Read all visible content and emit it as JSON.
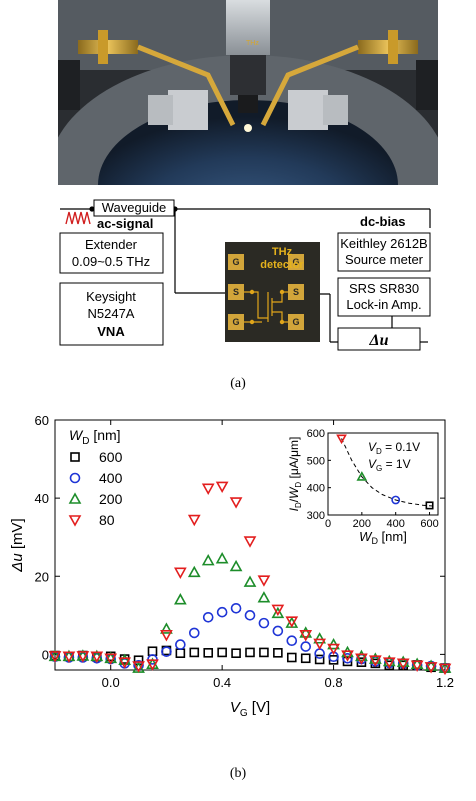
{
  "figure_a": {
    "caption": "(a)",
    "waveguide_label": "Waveguide",
    "ac_signal_label": "ac-signal",
    "extender_line1": "Extender",
    "extender_line2": "0.09~0.5 THz",
    "vna_line1": "Keysight",
    "vna_line2": "N5247A",
    "vna_line3": "VNA",
    "detector_line1": "THz",
    "detector_line2": "detector",
    "pad_labels": [
      "G",
      "S",
      "G",
      "G",
      "S",
      "G"
    ],
    "dc_bias_label": "dc-bias",
    "keithley_line1": "Keithley 2612B",
    "keithley_line2": "Source meter",
    "lockin_line1": "SRS SR830",
    "lockin_line2": "Lock-in Amp.",
    "delta_u_label": "Δu",
    "colors": {
      "ac_wave": "#d11f1f",
      "detector_bg": "#2b2a24",
      "detector_text": "#e5b21c",
      "gold": "#e0a51a"
    }
  },
  "figure_b": {
    "caption": "(b)"
  },
  "chart_data": {
    "type": "scatter",
    "xlabel_main": "V",
    "xlabel_sub": "G",
    "xlabel_unit": "[V]",
    "ylabel_main": "Δu",
    "ylabel_unit": "[mV]",
    "xlim": [
      -0.2,
      1.2
    ],
    "ylim": [
      -4,
      60
    ],
    "xticks": [
      "0.0",
      "0.4",
      "0.8",
      "1.2"
    ],
    "xtick_values": [
      0.0,
      0.4,
      0.8,
      1.2
    ],
    "yticks": [
      "0",
      "20",
      "40",
      "60"
    ],
    "ytick_values": [
      0,
      20,
      40,
      60
    ],
    "legend_title_main": "W",
    "legend_title_sub": "D",
    "legend_title_unit": "[nm]",
    "legend_placement": "top-left",
    "series": [
      {
        "name": "600",
        "marker": "square",
        "color": "#000000",
        "x": [
          -0.2,
          -0.15,
          -0.1,
          -0.05,
          0.0,
          0.05,
          0.1,
          0.15,
          0.2,
          0.25,
          0.3,
          0.35,
          0.4,
          0.45,
          0.5,
          0.55,
          0.6,
          0.65,
          0.7,
          0.75,
          0.8,
          0.85,
          0.9,
          0.95,
          1.0,
          1.05,
          1.1,
          1.15,
          1.2
        ],
        "y": [
          -0.3,
          -0.5,
          -0.3,
          -0.6,
          -0.5,
          -1.2,
          -1.5,
          0.8,
          1.0,
          0.3,
          0.5,
          0.4,
          0.5,
          0.3,
          0.5,
          0.5,
          0.4,
          -0.8,
          -1.0,
          -1.3,
          -1.4,
          -1.8,
          -2.0,
          -2.3,
          -2.8,
          -2.8,
          -2.7,
          -3.3,
          -3.5
        ]
      },
      {
        "name": "400",
        "marker": "circle",
        "color": "#1f35d6",
        "x": [
          -0.2,
          -0.15,
          -0.1,
          -0.05,
          0.0,
          0.05,
          0.1,
          0.15,
          0.2,
          0.25,
          0.3,
          0.35,
          0.4,
          0.45,
          0.5,
          0.55,
          0.6,
          0.65,
          0.7,
          0.75,
          0.8,
          0.85,
          0.9,
          0.95,
          1.0,
          1.05,
          1.1,
          1.15,
          1.2
        ],
        "y": [
          -0.6,
          -0.8,
          -0.8,
          -1.0,
          -1.2,
          -2.3,
          -2.8,
          -1.3,
          0.7,
          2.5,
          5.5,
          9.5,
          10.8,
          11.8,
          10.0,
          8.0,
          6.0,
          3.5,
          2.0,
          0.2,
          -0.6,
          -1.0,
          -1.2,
          -1.8,
          -2.2,
          -2.3,
          -2.8,
          -3.0,
          -3.5
        ]
      },
      {
        "name": "200",
        "marker": "triangle-up",
        "color": "#1d8d2a",
        "x": [
          -0.2,
          -0.15,
          -0.1,
          -0.05,
          0.0,
          0.05,
          0.1,
          0.15,
          0.2,
          0.25,
          0.3,
          0.35,
          0.4,
          0.45,
          0.5,
          0.55,
          0.6,
          0.65,
          0.7,
          0.75,
          0.8,
          0.85,
          0.9,
          0.95,
          1.0,
          1.05,
          1.1,
          1.15,
          1.2
        ],
        "y": [
          -0.5,
          -0.5,
          -0.4,
          -0.5,
          -1.0,
          -1.5,
          -3.5,
          -2.5,
          6.5,
          14.0,
          21.0,
          24.0,
          24.5,
          22.5,
          18.5,
          14.5,
          10.5,
          8.0,
          5.5,
          4.0,
          2.5,
          0.5,
          -0.5,
          -1.2,
          -1.8,
          -2.0,
          -2.5,
          -3.0,
          -3.5
        ]
      },
      {
        "name": "80",
        "marker": "triangle-down",
        "color": "#e31e1e",
        "x": [
          -0.2,
          -0.15,
          -0.1,
          -0.05,
          0.0,
          0.05,
          0.1,
          0.15,
          0.2,
          0.25,
          0.3,
          0.35,
          0.4,
          0.45,
          0.5,
          0.55,
          0.6,
          0.65,
          0.7,
          0.75,
          0.8,
          0.85,
          0.9,
          0.95,
          1.0,
          1.05,
          1.1,
          1.15,
          1.2
        ],
        "y": [
          -0.4,
          -0.5,
          -0.4,
          -0.5,
          -1.0,
          -2.0,
          -3.0,
          -2.5,
          5.0,
          21.0,
          34.5,
          42.5,
          43.0,
          39.0,
          29.0,
          19.0,
          11.5,
          8.5,
          5.0,
          2.8,
          1.5,
          -0.2,
          -1.0,
          -1.5,
          -2.0,
          -2.3,
          -2.8,
          -3.2,
          -3.6
        ]
      }
    ],
    "inset": {
      "type": "scatter",
      "xlabel_main": "W",
      "xlabel_sub": "D",
      "xlabel_unit": "[nm]",
      "ylabel_text": "I_D/W_D [μA/μm]",
      "ylabel_parts": {
        "i": "I",
        "i_sub": "D",
        "w": "W",
        "w_sub": "D",
        "unit": "[μA/μm]"
      },
      "xlim": [
        0,
        650
      ],
      "ylim": [
        300,
        600
      ],
      "xticks": [
        "0",
        "200",
        "400",
        "600"
      ],
      "xtick_values": [
        0,
        200,
        400,
        600
      ],
      "yticks": [
        "300",
        "400",
        "500",
        "600"
      ],
      "ytick_values": [
        300,
        400,
        500,
        600
      ],
      "annotation1": {
        "var": "V",
        "sub": "D",
        "rest": " = 0.1V"
      },
      "annotation2": {
        "var": "V",
        "sub": "G",
        "rest": " = 1V"
      },
      "points": [
        {
          "x": 80,
          "y": 580,
          "marker": "triangle-down",
          "color": "#e31e1e"
        },
        {
          "x": 200,
          "y": 440,
          "marker": "triangle-up",
          "color": "#1d8d2a"
        },
        {
          "x": 400,
          "y": 355,
          "marker": "circle",
          "color": "#1f35d6"
        },
        {
          "x": 600,
          "y": 335,
          "marker": "square",
          "color": "#000000"
        }
      ],
      "fit_line": {
        "style": "dashed",
        "x": [
          80,
          140,
          200,
          260,
          320,
          400,
          480,
          560,
          620
        ],
        "y": [
          580,
          500,
          440,
          400,
          375,
          355,
          343,
          336,
          333
        ]
      }
    }
  }
}
